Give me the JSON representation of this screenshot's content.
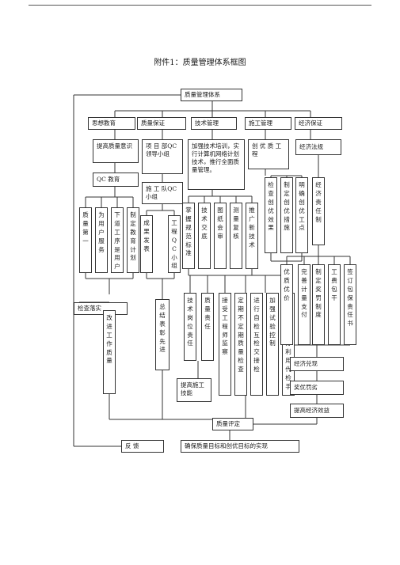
{
  "page": {
    "title": "附件1：质量管理体系框图"
  },
  "nodes": {
    "top": "质量管理体系",
    "sx_jy": "思想教育",
    "zl_bz": "质量保证",
    "js_gl": "技术管理",
    "sg_gl": "施工管理",
    "jj_bz": "经济保证",
    "tg_zlyz": "提高质量意识",
    "qc_jy": "QC 教育",
    "zlyy": "质量第一",
    "wyhfw": "为用户服务",
    "xdgxsyh": "下道工序是用户",
    "zdjyjh": "制定教育计划",
    "xmb_qc": "项 目 部QC 领导小组",
    "sgd_qc": "施 工 队QC 小组",
    "cgfb": "成果发表",
    "gcqc": "工程QC小组",
    "js_px": "加强技术培训，实行计算机网络计划技术，推行全面质量管理。",
    "zwgfbz": "掌握规范标准",
    "jsjd": "技术交底",
    "tzhs": "图纸会审",
    "clfh": "测量复核",
    "tgxjs": "推广新技术",
    "cydgc": "创 优 质 工程",
    "jccyxg": "检查创优效果",
    "zdcycs": "制定创优措施",
    "mqcyd": "明确创优工点",
    "jjfg": "经济法规",
    "jjzrz": "经济责任制",
    "yzyj": "优质优价",
    "wsjlzf": "完善计量支付",
    "zdjfzd": "制定奖罚制度",
    "gfbg": "工费包干",
    "qdbbzrs": "签订包保责任书",
    "jcls": "检查落实",
    "zjbyxj": "总结表彰先进",
    "gjxgzzl": "改进工作质量",
    "jsgwzr": "技术岗位责任",
    "zlzr": "质量责任",
    "jsgcsjc": "接受工程师监察",
    "ddbddq": "定期不定期质量检查",
    "jxzjhj": "进行自检互检交接检",
    "jqsysyjc": "加强试验控制",
    "xcsyfx": "现场试验充分利用代检手",
    "tgsg_jn": "提高施工技能",
    "jjdx": "经济兑现",
    "jycf": "奖优罚劣",
    "tgjjxy": "提高经济效益",
    "zlpd": "质量评定",
    "fk": "反 馈",
    "qbmb": "确保质量目标和创优目标的实现"
  }
}
